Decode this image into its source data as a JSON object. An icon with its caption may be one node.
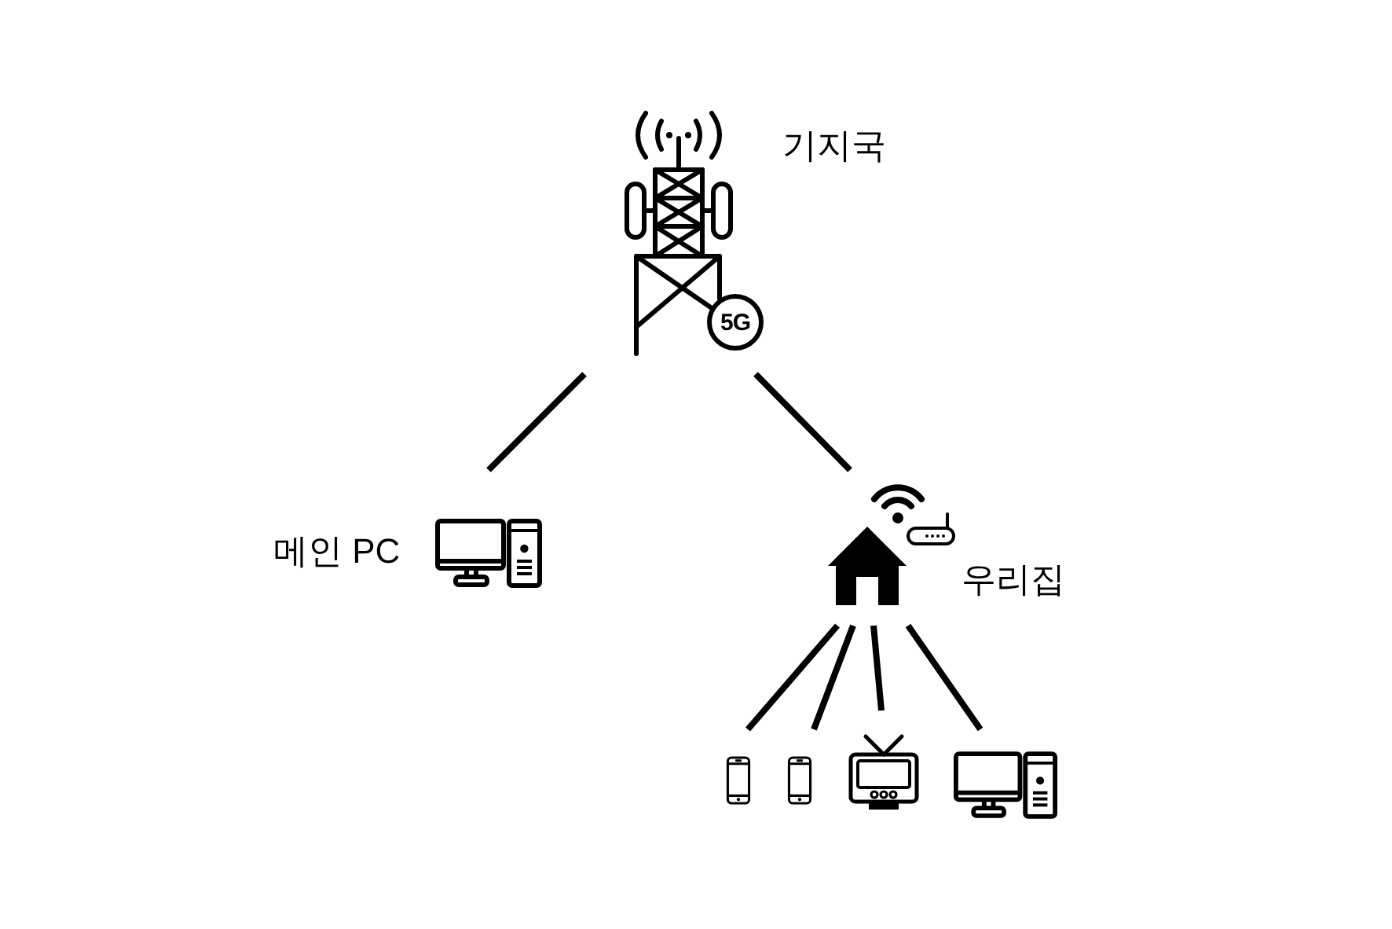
{
  "diagram": {
    "nodes": [
      {
        "text": [],
        "shape": "picture",
        "beside": [
          "기지국"
        ]
      },
      {
        "text": [],
        "shape": "picture",
        "beside": [
          "메인 PC"
        ]
      },
      {
        "text": [],
        "shape": "picture",
        "beside": [
          "우리집"
        ]
      },
      {
        "text": [],
        "shape": "picture"
      },
      {
        "text": [],
        "shape": "picture"
      },
      {
        "text": [],
        "shape": "picture"
      },
      {
        "text": [],
        "shape": "picture"
      }
    ],
    "edges": [
      {
        "from": 0,
        "to": 1,
        "arrow": "none"
      },
      {
        "from": 0,
        "to": 2,
        "arrow": "none"
      },
      {
        "from": 2,
        "to": 3,
        "arrow": "none"
      },
      {
        "from": 2,
        "to": 4,
        "arrow": "none"
      },
      {
        "from": 2,
        "to": 5,
        "arrow": "none"
      },
      {
        "from": 2,
        "to": 6,
        "arrow": "none"
      }
    ],
    "labels": [
      "5G"
    ]
  }
}
